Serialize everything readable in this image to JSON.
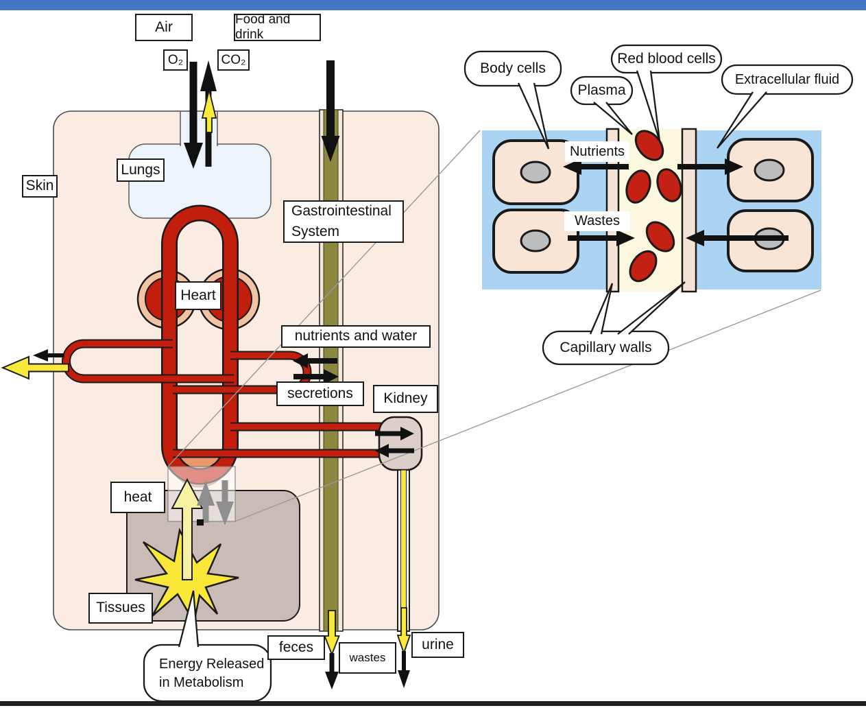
{
  "diagram": {
    "labels": {
      "air": "Air",
      "o2": "O₂",
      "co2": "CO₂",
      "food_and_drink": "Food and drink",
      "skin": "Skin",
      "lungs": "Lungs",
      "heart": "Heart",
      "gastrointestinal_system": "Gastrointestinal System",
      "nutrients_and_water": "nutrients and water",
      "secretions": "secretions",
      "kidney": "Kidney",
      "heat": "heat",
      "tissues": "Tissues",
      "energy_released": "Energy Released in Metabolism",
      "feces": "feces",
      "wastes": "wastes",
      "urine": "urine"
    },
    "inset": {
      "body_cells": "Body cells",
      "plasma": "Plasma",
      "red_blood_cells": "Red blood cells",
      "extracellular_fluid": "Extracellular fluid",
      "nutrients": "Nutrients",
      "wastes": "Wastes",
      "capillary_walls": "Capillary walls"
    },
    "colors": {
      "top_bar": "#4576C6",
      "bottom_bar": "#1F1F1F",
      "body_fill": "#FAECE3",
      "lungs_fill": "#EDF3FB",
      "vessel_red": "#C11E0E",
      "heart_ring": "#F2C3A2",
      "gi_tube_outer": "#F2E9DB",
      "gi_olive": "#8C8840",
      "kidney_fill": "#DCCEC8",
      "tissues_fill": "#C9BBB5",
      "capillary_bed_orange": "#E9996B",
      "star_yellow": "#F9E838",
      "heat_arrow_pale": "#F7F1A4",
      "flow_yellow": "#F8E93C",
      "gray_arrow": "#8E8E8E",
      "inset_blue": "#ABD3F2",
      "plasma_fill": "#FBF8DF",
      "capillary_wall_fill": "#F6E3D8",
      "cell_fill": "#F9E5D6",
      "nucleus_gray": "#BDBDBD",
      "rbc_red": "#C32113"
    }
  }
}
